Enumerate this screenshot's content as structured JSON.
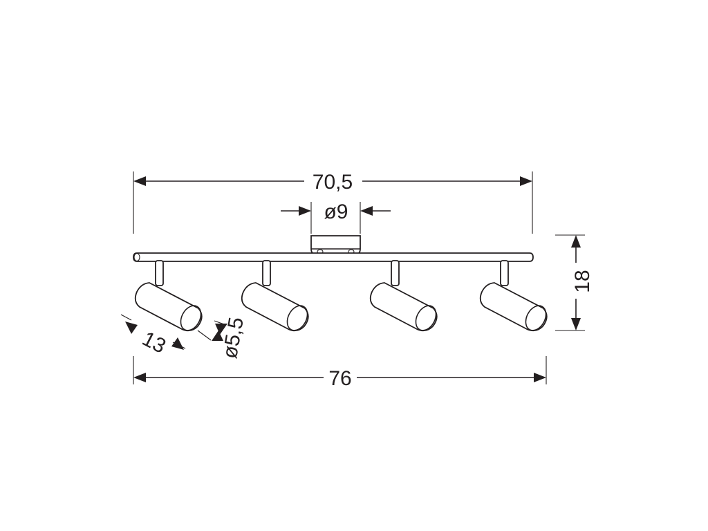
{
  "dimensions": {
    "top_length": "70,5",
    "canopy_diameter": "ø9",
    "height": "18",
    "total_length": "76",
    "spot_length": "13",
    "spot_diameter": "ø5,5"
  },
  "colors": {
    "line": "#231f20",
    "background": "#ffffff"
  }
}
